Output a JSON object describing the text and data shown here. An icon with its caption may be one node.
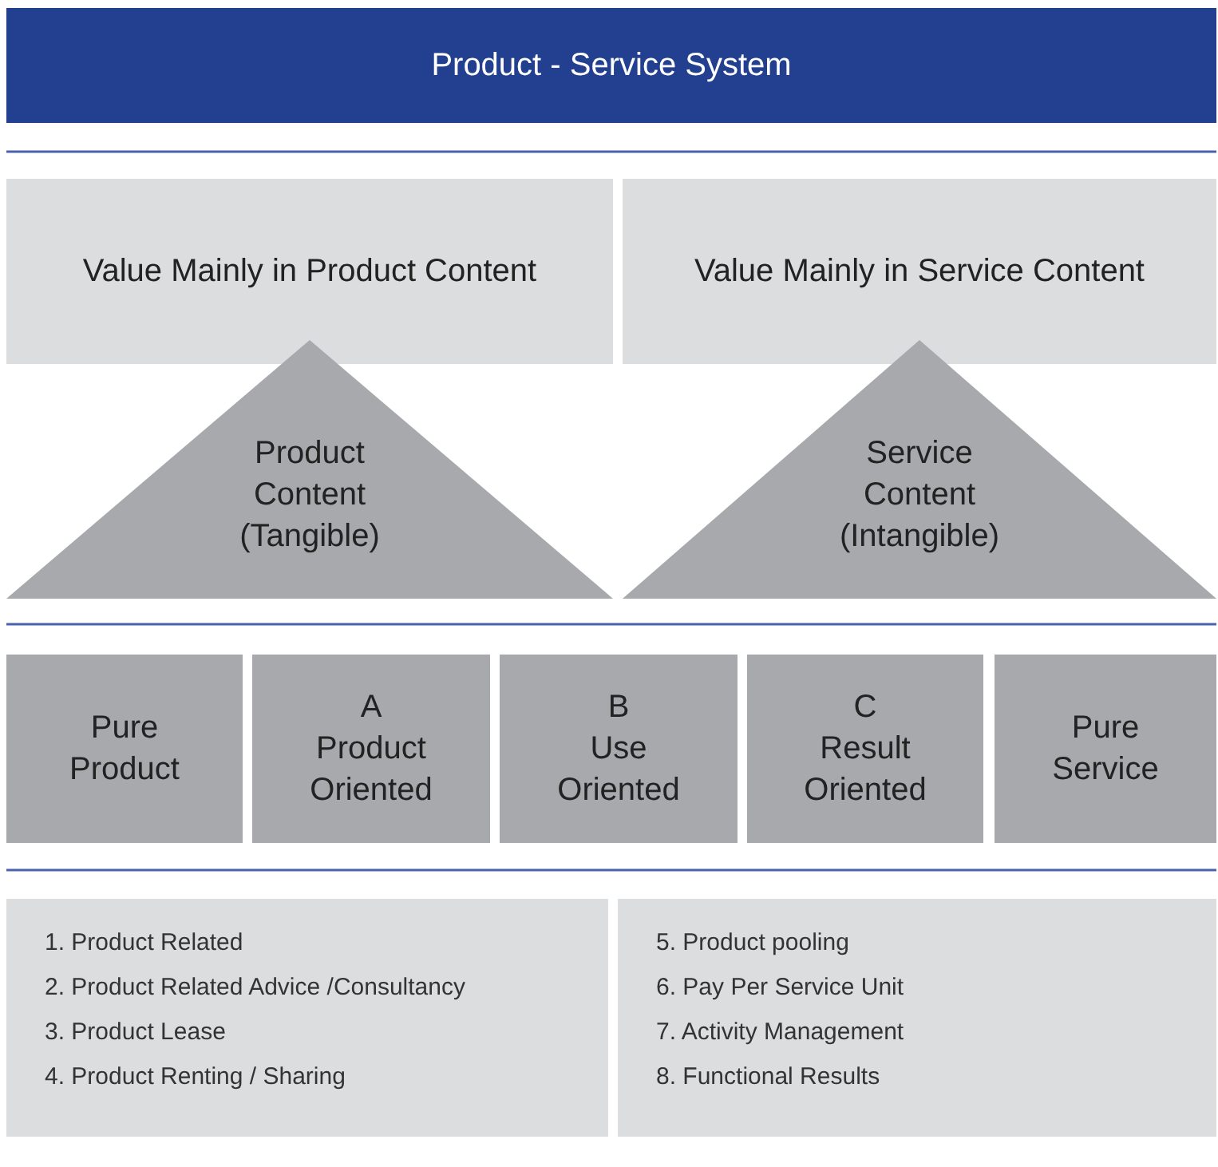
{
  "diagram": {
    "title": "Product - Service System",
    "nodes": [
      {
        "text": [
          "Value Mainly in Product Content"
        ]
      },
      {
        "text": [
          "Value Mainly in Service Content"
        ]
      },
      {
        "text": [
          "Product Content (Tangible)"
        ]
      },
      {
        "text": [
          "Service Content (Intangible)"
        ]
      },
      {
        "text": [
          "Pure Product"
        ]
      },
      {
        "text": [
          "A",
          "Product Oriented"
        ]
      },
      {
        "text": [
          "B",
          "Use Oriented"
        ]
      },
      {
        "text": [
          "C",
          "Result Oriented"
        ]
      },
      {
        "text": [
          "Pure Service"
        ]
      },
      {
        "text": [
          "1. Product Related",
          "2. Product Related Advice /Consultancy",
          "3. Product Lease",
          "4. Product Renting / Sharing"
        ]
      },
      {
        "text": [
          "5. Product pooling",
          "6. Pay Per Service Unit",
          "7. Activity Management",
          "8. Functional Results"
        ]
      }
    ],
    "edges": []
  }
}
